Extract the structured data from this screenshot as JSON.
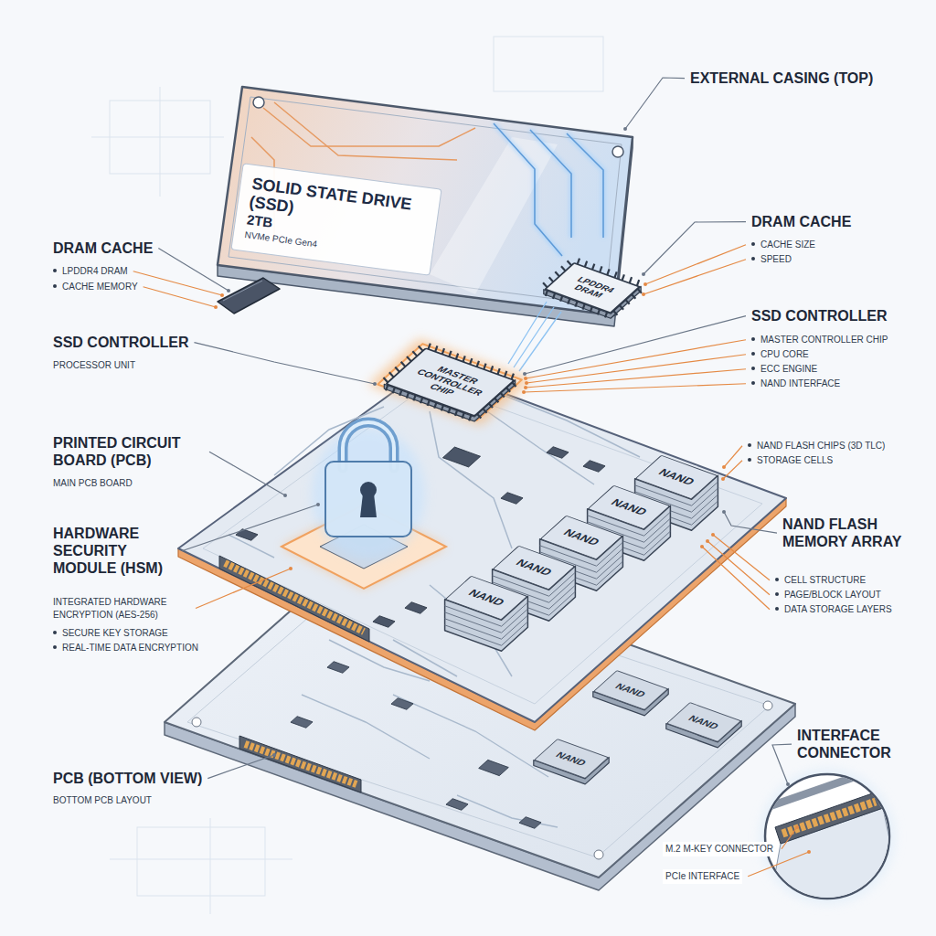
{
  "diagram": {
    "nodes": [
      {
        "text": [
          "SOLID STATE DRIVE (SSD)",
          "2TB",
          "NVMe PCIe Gen4"
        ]
      },
      {
        "text": [
          "LPDDR4 DRAM"
        ]
      },
      {
        "text": [
          "MASTER CONTROLLER CHIP"
        ]
      },
      {
        "text": [
          "NAND"
        ]
      },
      {
        "text": [
          "NAND"
        ]
      },
      {
        "text": [
          "NAND"
        ]
      },
      {
        "text": [
          "NAND"
        ]
      },
      {
        "text": [
          "NAND"
        ]
      },
      {
        "text": [
          "NAND"
        ]
      },
      {
        "text": [
          "NAND"
        ]
      },
      {
        "text": [
          "NAND"
        ]
      }
    ],
    "labels": [
      "EXTERNAL CASING (TOP)",
      "DRAM CACHE",
      "CACHE SIZE",
      "SPEED",
      "DRAM CACHE",
      "LPDDR4 DRAM",
      "CACHE MEMORY",
      "SSD CONTROLLER",
      "MASTER CONTROLLER CHIP",
      "CPU CORE",
      "ECC ENGINE",
      "NAND INTERFACE",
      "SSD CONTROLLER",
      "PROCESSOR UNIT",
      "PRINTED CIRCUIT BOARD (PCB)",
      "MAIN PCB BOARD",
      "NAND FLASH CHIPS (3D TLC)",
      "STORAGE CELLS",
      "HARDWARE SECURITY MODULE (HSM)",
      "INTEGRATED HARDWARE ENCRYPTION (AES-256)",
      "SECURE KEY STORAGE",
      "REAL-TIME DATA ENCRYPTION",
      "NAND FLASH MEMORY ARRAY",
      "CELL STRUCTURE",
      "PAGE/BLOCK LAYOUT",
      "DATA STORAGE LAYERS",
      "PCB (BOTTOM VIEW)",
      "BOTTOM PCB LAYOUT",
      "INTERFACE CONNECTOR",
      "M.2 M-KEY CONNECTOR",
      "PCIe INTERFACE"
    ]
  }
}
